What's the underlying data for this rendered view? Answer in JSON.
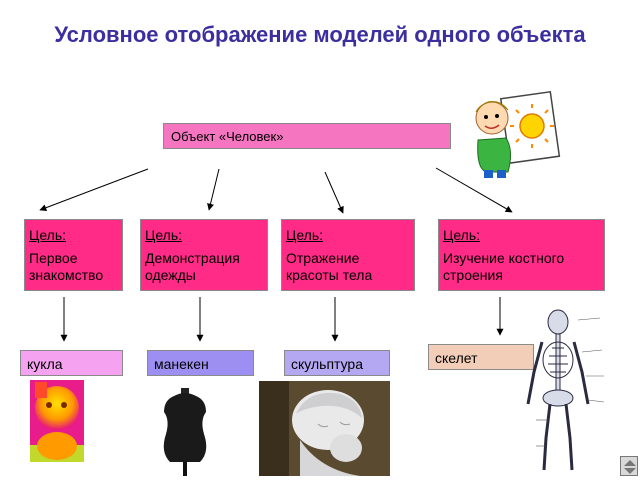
{
  "title": "Условное отображение моделей одного объекта",
  "object_label": "Объект «Человек»",
  "goals": [
    {
      "heading": "Цель:",
      "text": "Первое знакомство"
    },
    {
      "heading": "Цель:",
      "text": "Демонстрация одежды"
    },
    {
      "heading": "Цель:",
      "text": "Отражение красоты тела"
    },
    {
      "heading": "Цель:",
      "text": "Изучение костного строения"
    }
  ],
  "models": [
    {
      "label": "кукла",
      "color": "#f5a3f0"
    },
    {
      "label": "манекен",
      "color": "#9d8ff2"
    },
    {
      "label": "скульптура",
      "color": "#b4a8f2"
    },
    {
      "label": "скелет",
      "color": "#f2cdb8"
    }
  ],
  "colors": {
    "title": "#3b2fa0",
    "object_box": "#f575c0",
    "goal_box": "#ff2b86"
  }
}
